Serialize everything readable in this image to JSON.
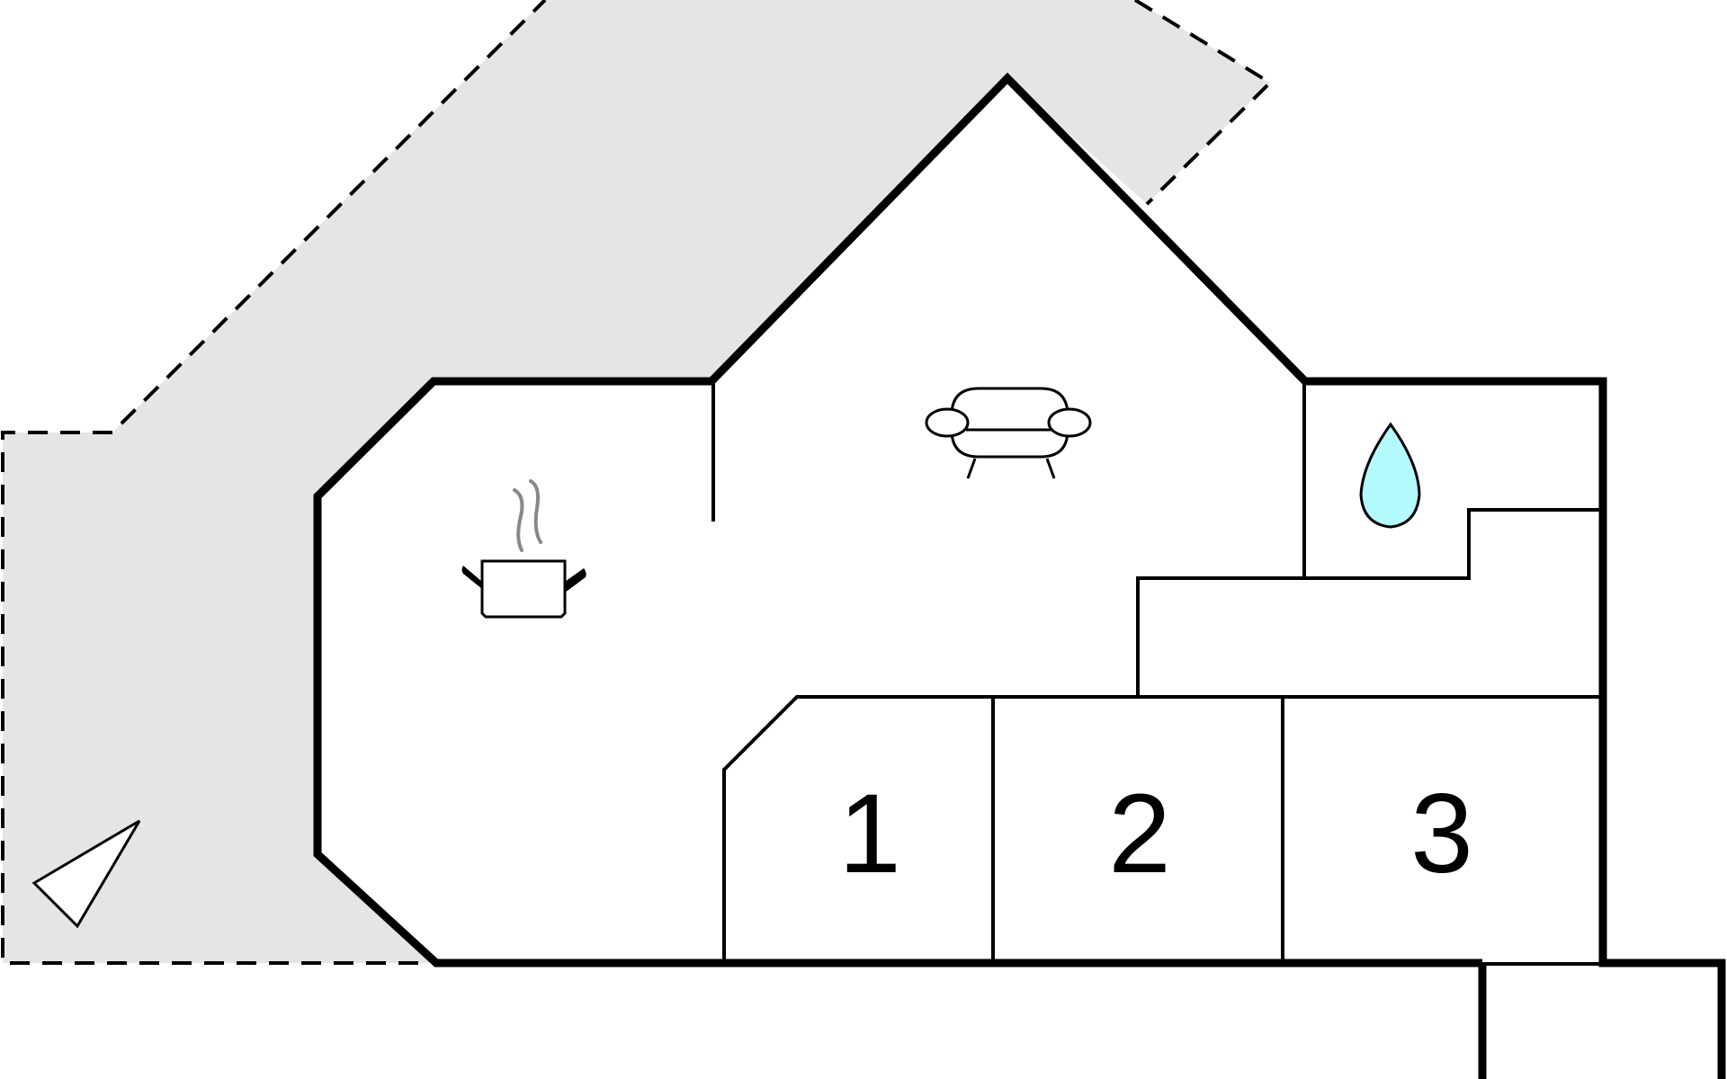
{
  "floorplan": {
    "rooms": [
      {
        "id": "bedroom-1",
        "label": "1"
      },
      {
        "id": "bedroom-2",
        "label": "2"
      },
      {
        "id": "bedroom-3",
        "label": "3"
      }
    ],
    "icons": [
      {
        "name": "kitchen-pot-icon",
        "room": "kitchen"
      },
      {
        "name": "sofa-icon",
        "room": "living-room"
      },
      {
        "name": "water-drop-icon",
        "room": "bathroom"
      },
      {
        "name": "north-arrow-icon",
        "room": "terrace"
      }
    ],
    "colors": {
      "wall": "#000000",
      "terrace": "#e5e5e5",
      "water": "#b3fbff",
      "steam": "#888888",
      "background": "#ffffff"
    }
  }
}
